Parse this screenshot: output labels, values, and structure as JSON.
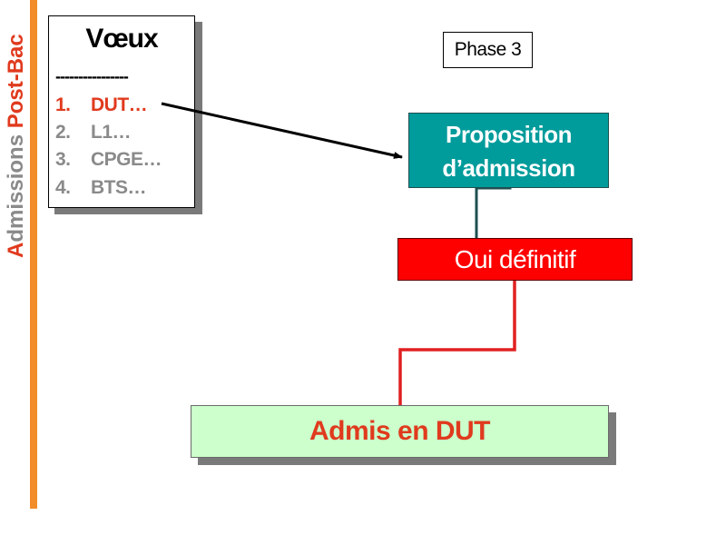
{
  "side_title": {
    "first_letter": "A",
    "rest_word": "dmissions ",
    "accent_word": "Post-Bac"
  },
  "wishes": {
    "title": "Vœux",
    "separator": "----------------",
    "items": [
      {
        "number": "1.",
        "label": "DUT…",
        "color": "#e03a1e"
      },
      {
        "number": "2.",
        "label": "L1…",
        "color": "#8a8a8a"
      },
      {
        "number": "3.",
        "label": "CPGE…",
        "color": "#8a8a8a"
      },
      {
        "number": "4.",
        "label": "BTS…",
        "color": "#8a8a8a"
      }
    ]
  },
  "phase_label": "Phase 3",
  "proposition": {
    "line1": "Proposition",
    "line2": "d’admission"
  },
  "oui_definitif": "Oui définitif",
  "admis": "Admis en DUT",
  "colors": {
    "accent_orange": "#f28c28",
    "title_red": "#e03a1e",
    "teal": "#009b9b",
    "red": "#ff0000",
    "light_green": "#ccffcc",
    "grey_text": "#8a8a8a"
  }
}
